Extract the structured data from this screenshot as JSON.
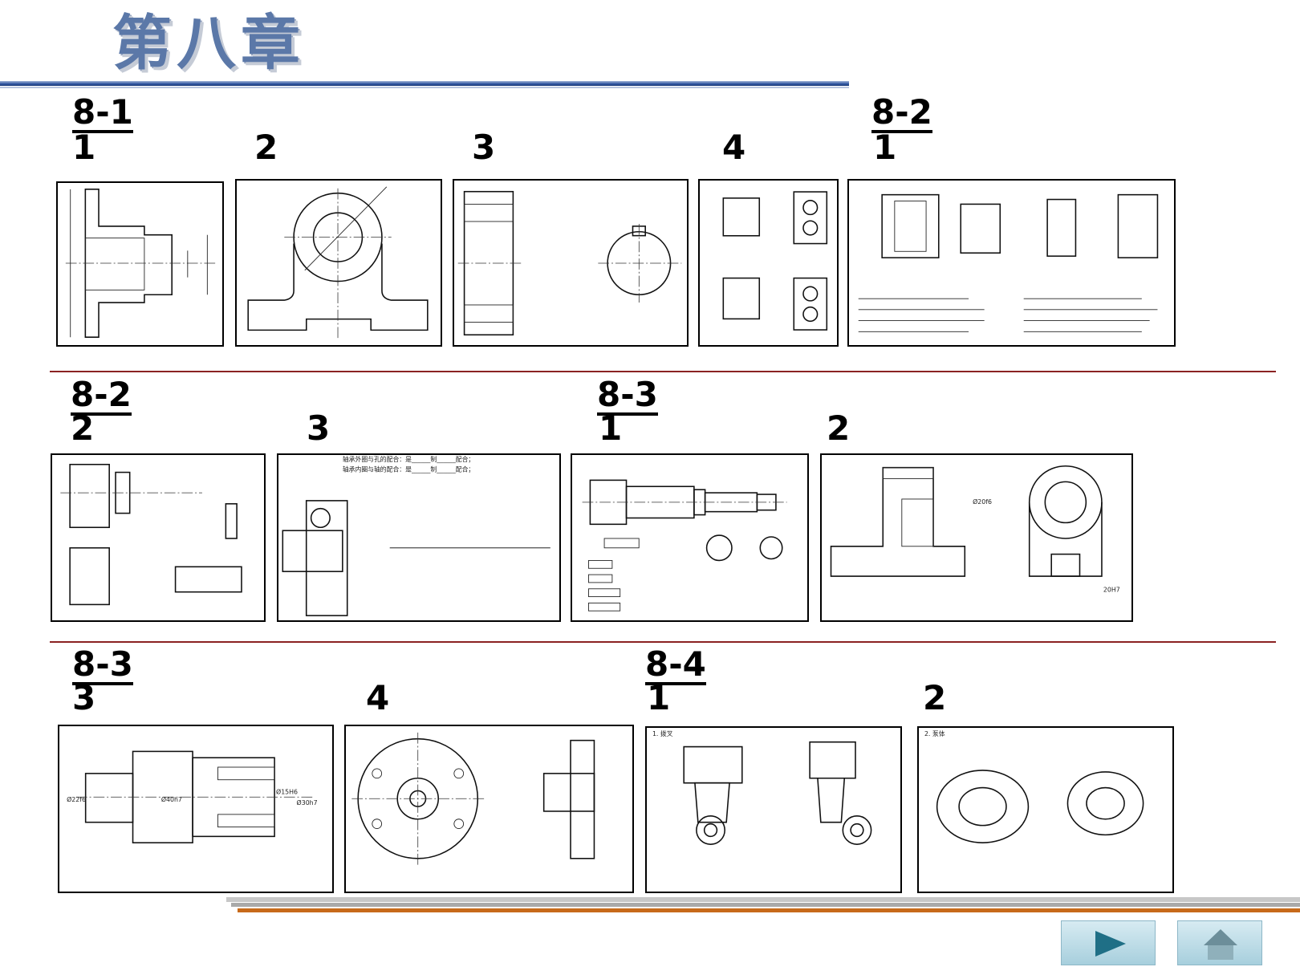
{
  "header": {
    "title": "第八章"
  },
  "row1": {
    "sec_a": "8-1",
    "a1": "1",
    "a2": "2",
    "a3": "3",
    "a4": "4",
    "sec_b": "8-2",
    "b1": "1"
  },
  "row2": {
    "sec_a": "8-2",
    "a2": "2",
    "a3": "3",
    "sec_b": "8-3",
    "b1": "1",
    "b2": "2"
  },
  "row3": {
    "sec_a": "8-3",
    "a3": "3",
    "a4": "4",
    "sec_b": "8-4",
    "b1": "1",
    "b2": "2"
  },
  "drawings": {
    "p82_3_line1": "轴承外圈与孔的配合：是______制______配合；",
    "p82_3_line2": "轴承内圈与轴的配合：是______制______配合；",
    "p83_2_dim1": "Ø20f6",
    "p83_2_dim2": "20H7",
    "p83_3_dim1": "Ø22f6",
    "p83_3_dim2": "Ø40h7",
    "p83_3_dim3": "Ø15H6",
    "p83_3_dim4": "Ø30h7",
    "p84_1_head": "1. 拨叉",
    "p84_2_head": "2. 泵体"
  },
  "nav": {
    "next_icon": "play-arrow-icon",
    "home_icon": "home-icon"
  },
  "colors": {
    "title": "#5b78a8",
    "rule": "#2f55a0",
    "section_rule": "#8b2222",
    "orange_bar": "#c76a1a",
    "button": "#a7cfdd"
  }
}
